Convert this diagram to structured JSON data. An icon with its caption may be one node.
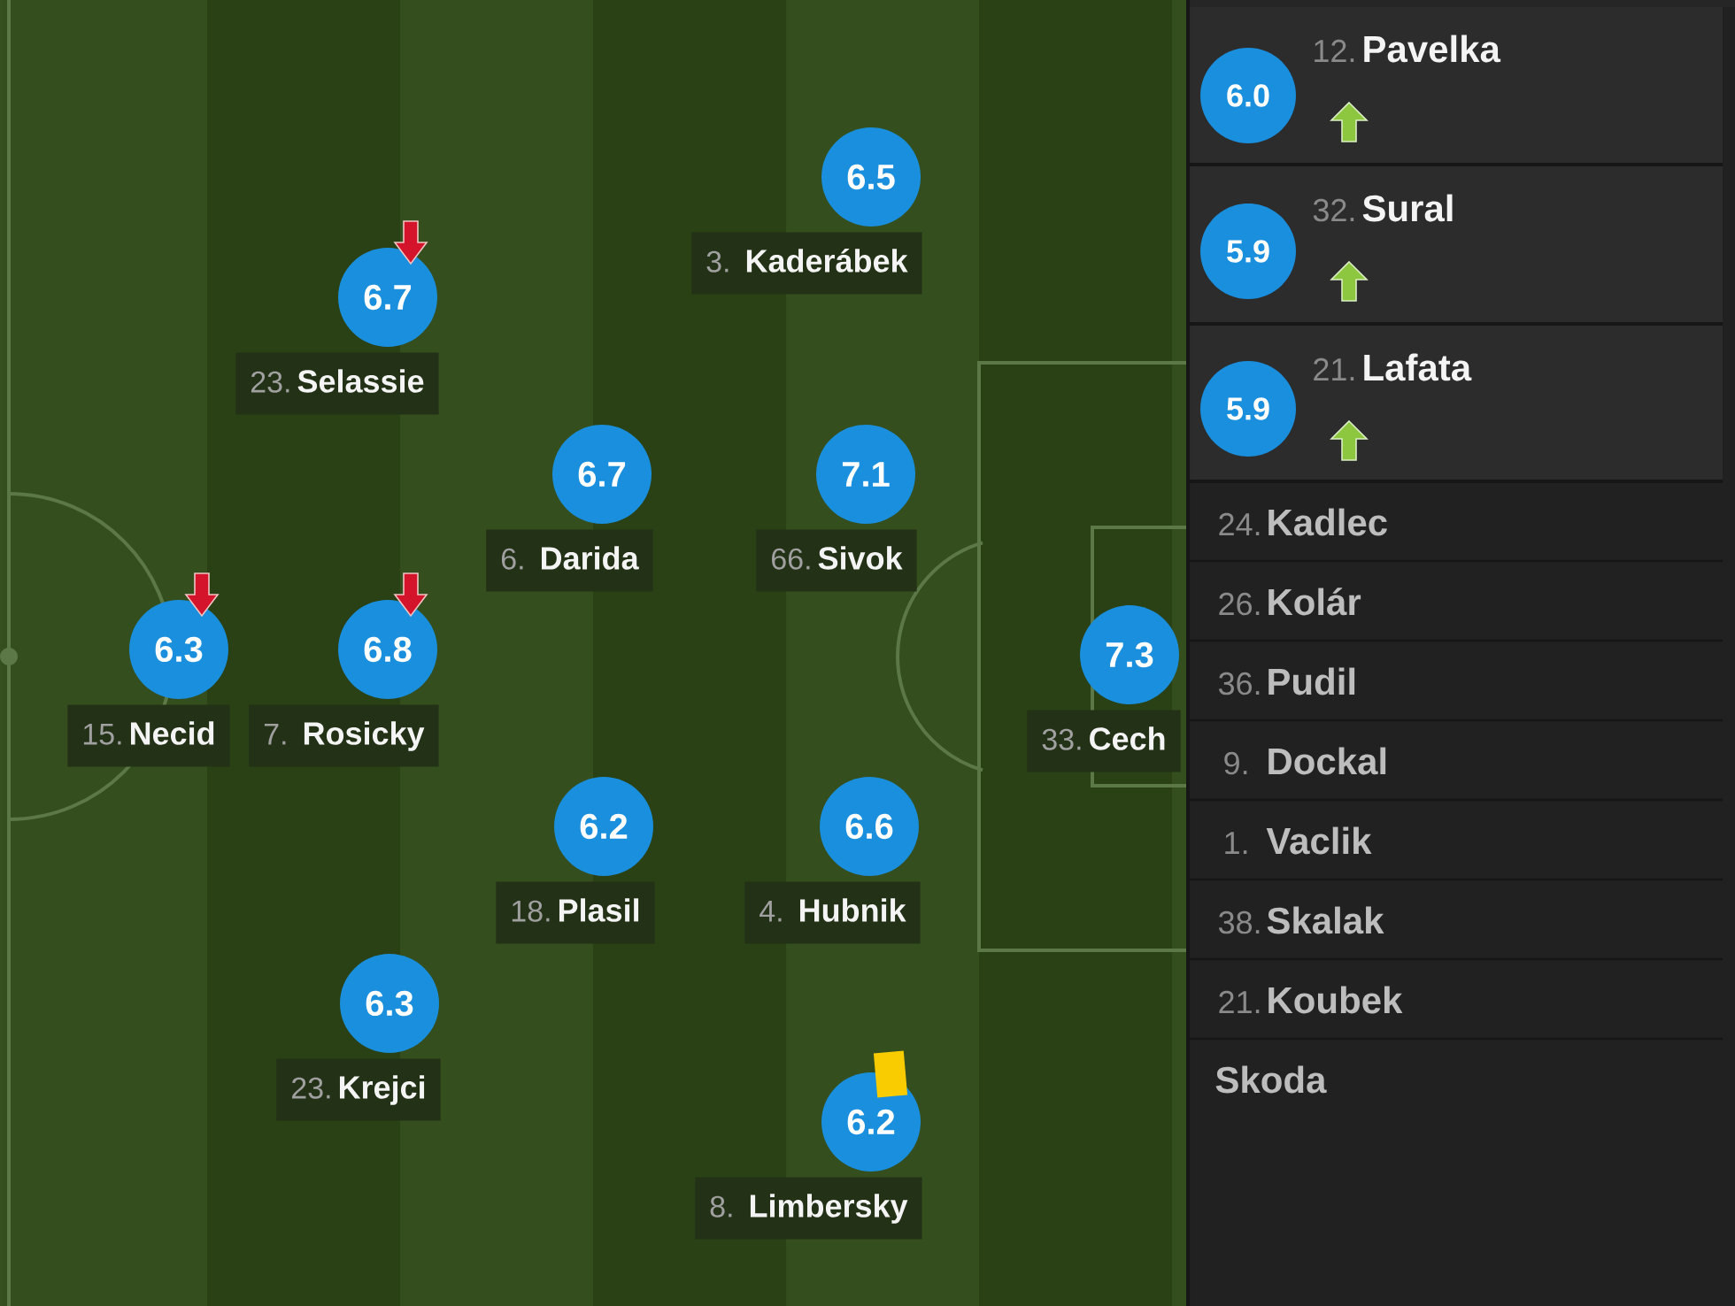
{
  "diagram": {
    "nodes": [
      {
        "text": [
          "6.5"
        ],
        "beside": [
          "3.",
          "Kaderábek"
        ]
      },
      {
        "text": [
          "6.7"
        ],
        "beside": [
          "23.",
          "Selassie"
        ]
      },
      {
        "text": [
          "6.7"
        ],
        "beside": [
          "6.",
          "Darida"
        ]
      },
      {
        "text": [
          "7.1"
        ],
        "beside": [
          "66.",
          "Sivok"
        ]
      },
      {
        "text": [
          "6.3"
        ],
        "beside": [
          "15.",
          "Necid"
        ]
      },
      {
        "text": [
          "6.8"
        ],
        "beside": [
          "7.",
          "Rosicky"
        ]
      },
      {
        "text": [
          "7.3"
        ],
        "beside": [
          "33.",
          "Cech"
        ]
      },
      {
        "text": [
          "6.2"
        ],
        "beside": [
          "18.",
          "Plasil"
        ]
      },
      {
        "text": [
          "6.6"
        ],
        "beside": [
          "4.",
          "Hubnik"
        ]
      },
      {
        "text": [
          "6.3"
        ],
        "beside": [
          "23.",
          "Krejci"
        ]
      },
      {
        "text": [
          "6.2"
        ],
        "beside": [
          "8.",
          "Limbersky"
        ]
      },
      {
        "text": [
          "6.0"
        ],
        "beside": [
          "12.",
          "Pavelka"
        ]
      },
      {
        "text": [
          "5.9"
        ],
        "beside": [
          "32.",
          "Sural"
        ]
      },
      {
        "text": [
          "5.9"
        ],
        "beside": [
          "21.",
          "Lafata"
        ]
      }
    ],
    "labels": [
      "24.",
      "Kadlec",
      "26.",
      "Kolár",
      "36.",
      "Pudil",
      "9.",
      "Dockal",
      "1.",
      "Vaclik",
      "38.",
      "Skalak",
      "21.",
      "Koubek",
      "Skoda"
    ]
  }
}
